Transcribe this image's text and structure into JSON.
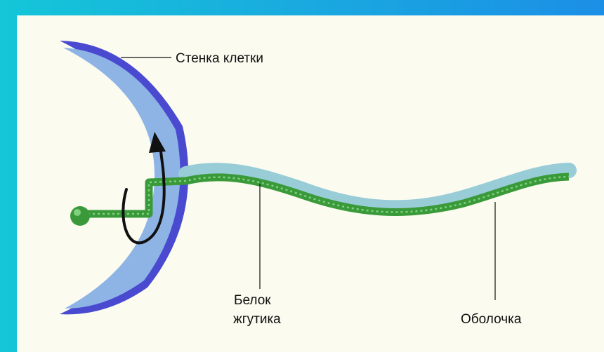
{
  "labels": {
    "cell_wall": "Стенка клетки",
    "flagellin_line1": "Белок",
    "flagellin_line2": "жгутика",
    "sheath": "Оболочка"
  },
  "colors": {
    "cell_fill": "#8eb4e6",
    "cell_wall": "#4a4ad0",
    "flagellum": "#3a9a3a",
    "flagellum_highlight": "#7fd07f",
    "sheath": "#a8d8e0",
    "arrow": "#111111"
  }
}
